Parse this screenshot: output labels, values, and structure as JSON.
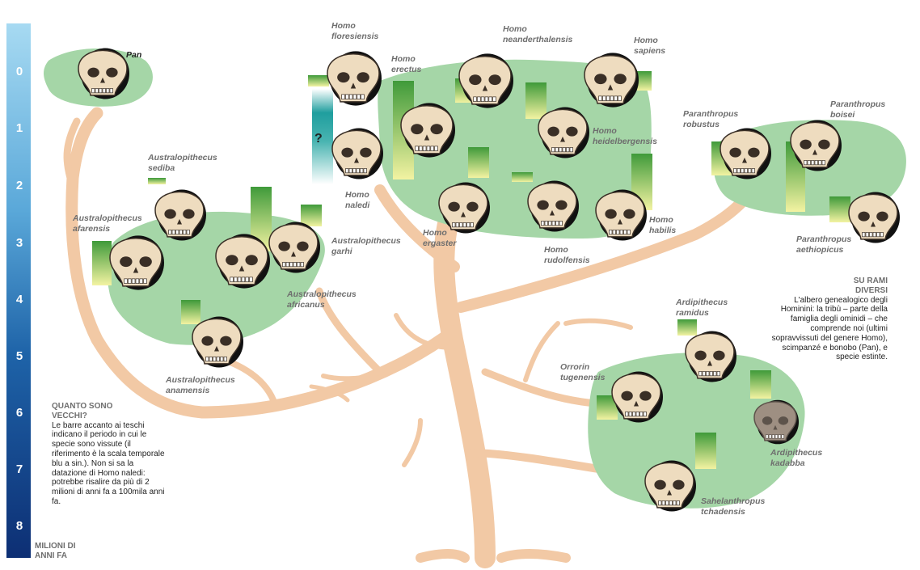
{
  "timescale": {
    "ticks": [
      "0",
      "1",
      "2",
      "3",
      "4",
      "5",
      "6",
      "7",
      "8"
    ],
    "units_lines": [
      "MILIONI DI",
      "ANNI FA"
    ]
  },
  "species": [
    {
      "key": "pan",
      "lines": [
        "Pan"
      ]
    },
    {
      "key": "au_sediba",
      "lines": [
        "Australopithecus",
        "sediba"
      ]
    },
    {
      "key": "au_afarensis",
      "lines": [
        "Australopithecus",
        "afarensis"
      ]
    },
    {
      "key": "au_garhi",
      "lines": [
        "Australopithecus",
        "garhi"
      ]
    },
    {
      "key": "au_africanus",
      "lines": [
        "Australopithecus",
        "africanus"
      ]
    },
    {
      "key": "au_anamensis",
      "lines": [
        "Australopithecus",
        "anamensis"
      ]
    },
    {
      "key": "h_floresiensis",
      "lines": [
        "Homo",
        "floresiensis"
      ]
    },
    {
      "key": "h_erectus",
      "lines": [
        "Homo",
        "erectus"
      ]
    },
    {
      "key": "h_neanderthalensis",
      "lines": [
        "Homo",
        "neanderthalensis"
      ]
    },
    {
      "key": "h_sapiens",
      "lines": [
        "Homo",
        "sapiens"
      ]
    },
    {
      "key": "h_heidelbergensis",
      "lines": [
        "Homo",
        "heidelbergensis"
      ]
    },
    {
      "key": "h_naledi",
      "lines": [
        "Homo",
        "naledi"
      ]
    },
    {
      "key": "h_ergaster",
      "lines": [
        "Homo",
        "ergaster"
      ]
    },
    {
      "key": "h_rudolfensis",
      "lines": [
        "Homo",
        "rudolfensis"
      ]
    },
    {
      "key": "h_habilis",
      "lines": [
        "Homo",
        "habilis"
      ]
    },
    {
      "key": "p_robustus",
      "lines": [
        "Paranthropus",
        "robustus"
      ]
    },
    {
      "key": "p_boisei",
      "lines": [
        "Paranthropus",
        "boisei"
      ]
    },
    {
      "key": "p_aethiopicus",
      "lines": [
        "Paranthropus",
        "aethiopicus"
      ]
    },
    {
      "key": "ar_ramidus",
      "lines": [
        "Ardipithecus",
        "ramidus"
      ]
    },
    {
      "key": "or_tugenensis",
      "lines": [
        "Orrorin",
        "tugenensis"
      ]
    },
    {
      "key": "ar_kadabba",
      "lines": [
        "Ardipithecus",
        "kadabba"
      ]
    },
    {
      "key": "s_tchadensis",
      "lines": [
        "Sahelanthropus",
        "tchadensis"
      ]
    }
  ],
  "naledi_unknown": "?",
  "note_left": {
    "head": [
      "QUANTO SONO",
      "VECCHI?"
    ],
    "body": "Le barre accanto ai teschi indicano il periodo in cui le specie sono vissute (il riferimento è la scala temporale blu a sin.). Non si sa la datazione di Homo naledi: potrebbe risalire da più di 2 milioni di anni fa a 100mila anni fa."
  },
  "note_right": {
    "head": [
      "SU RAMI",
      "DIVERSI"
    ],
    "body": "L'albero genealogico degli Hominini: la tribù – parte della famiglia degli ominidi – che comprende noi (ultimi sopravvissuti del genere Homo), scimpanzé e bonobo (Pan), e specie estinte."
  },
  "colors": {
    "trunk": "#f2c9a5",
    "foliage": "#a5d6a7",
    "bar_dark": "#3f9a3a",
    "bar_light": "#f3f3a2",
    "skull": "#eedcbf",
    "skull_dark": "#9e8f82",
    "naledi_bar": "#1f9e9e"
  }
}
